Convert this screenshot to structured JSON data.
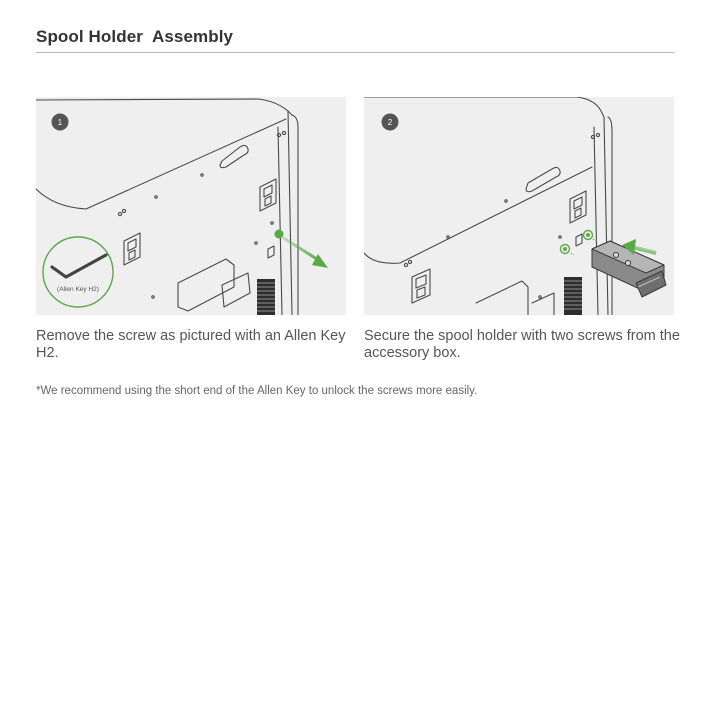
{
  "page": {
    "title": "Spool Holder  Assembly",
    "footnote": "*We recommend using the short end of the Allen Key to unlock the screws more easily."
  },
  "steps": [
    {
      "number": "1",
      "caption": "Remove the screw as pictured with an Allen Key H2.",
      "callout_label": "(Allen Key H2)",
      "callout_icon": "allen-key-icon"
    },
    {
      "number": "2",
      "caption": "Secure the spool holder with two screws from the accessory box."
    }
  ],
  "colors": {
    "accent_green": "#5aaa46",
    "panel_bg": "#efefef",
    "badge_bg": "#555555",
    "line_art": "#4a4a4a"
  }
}
